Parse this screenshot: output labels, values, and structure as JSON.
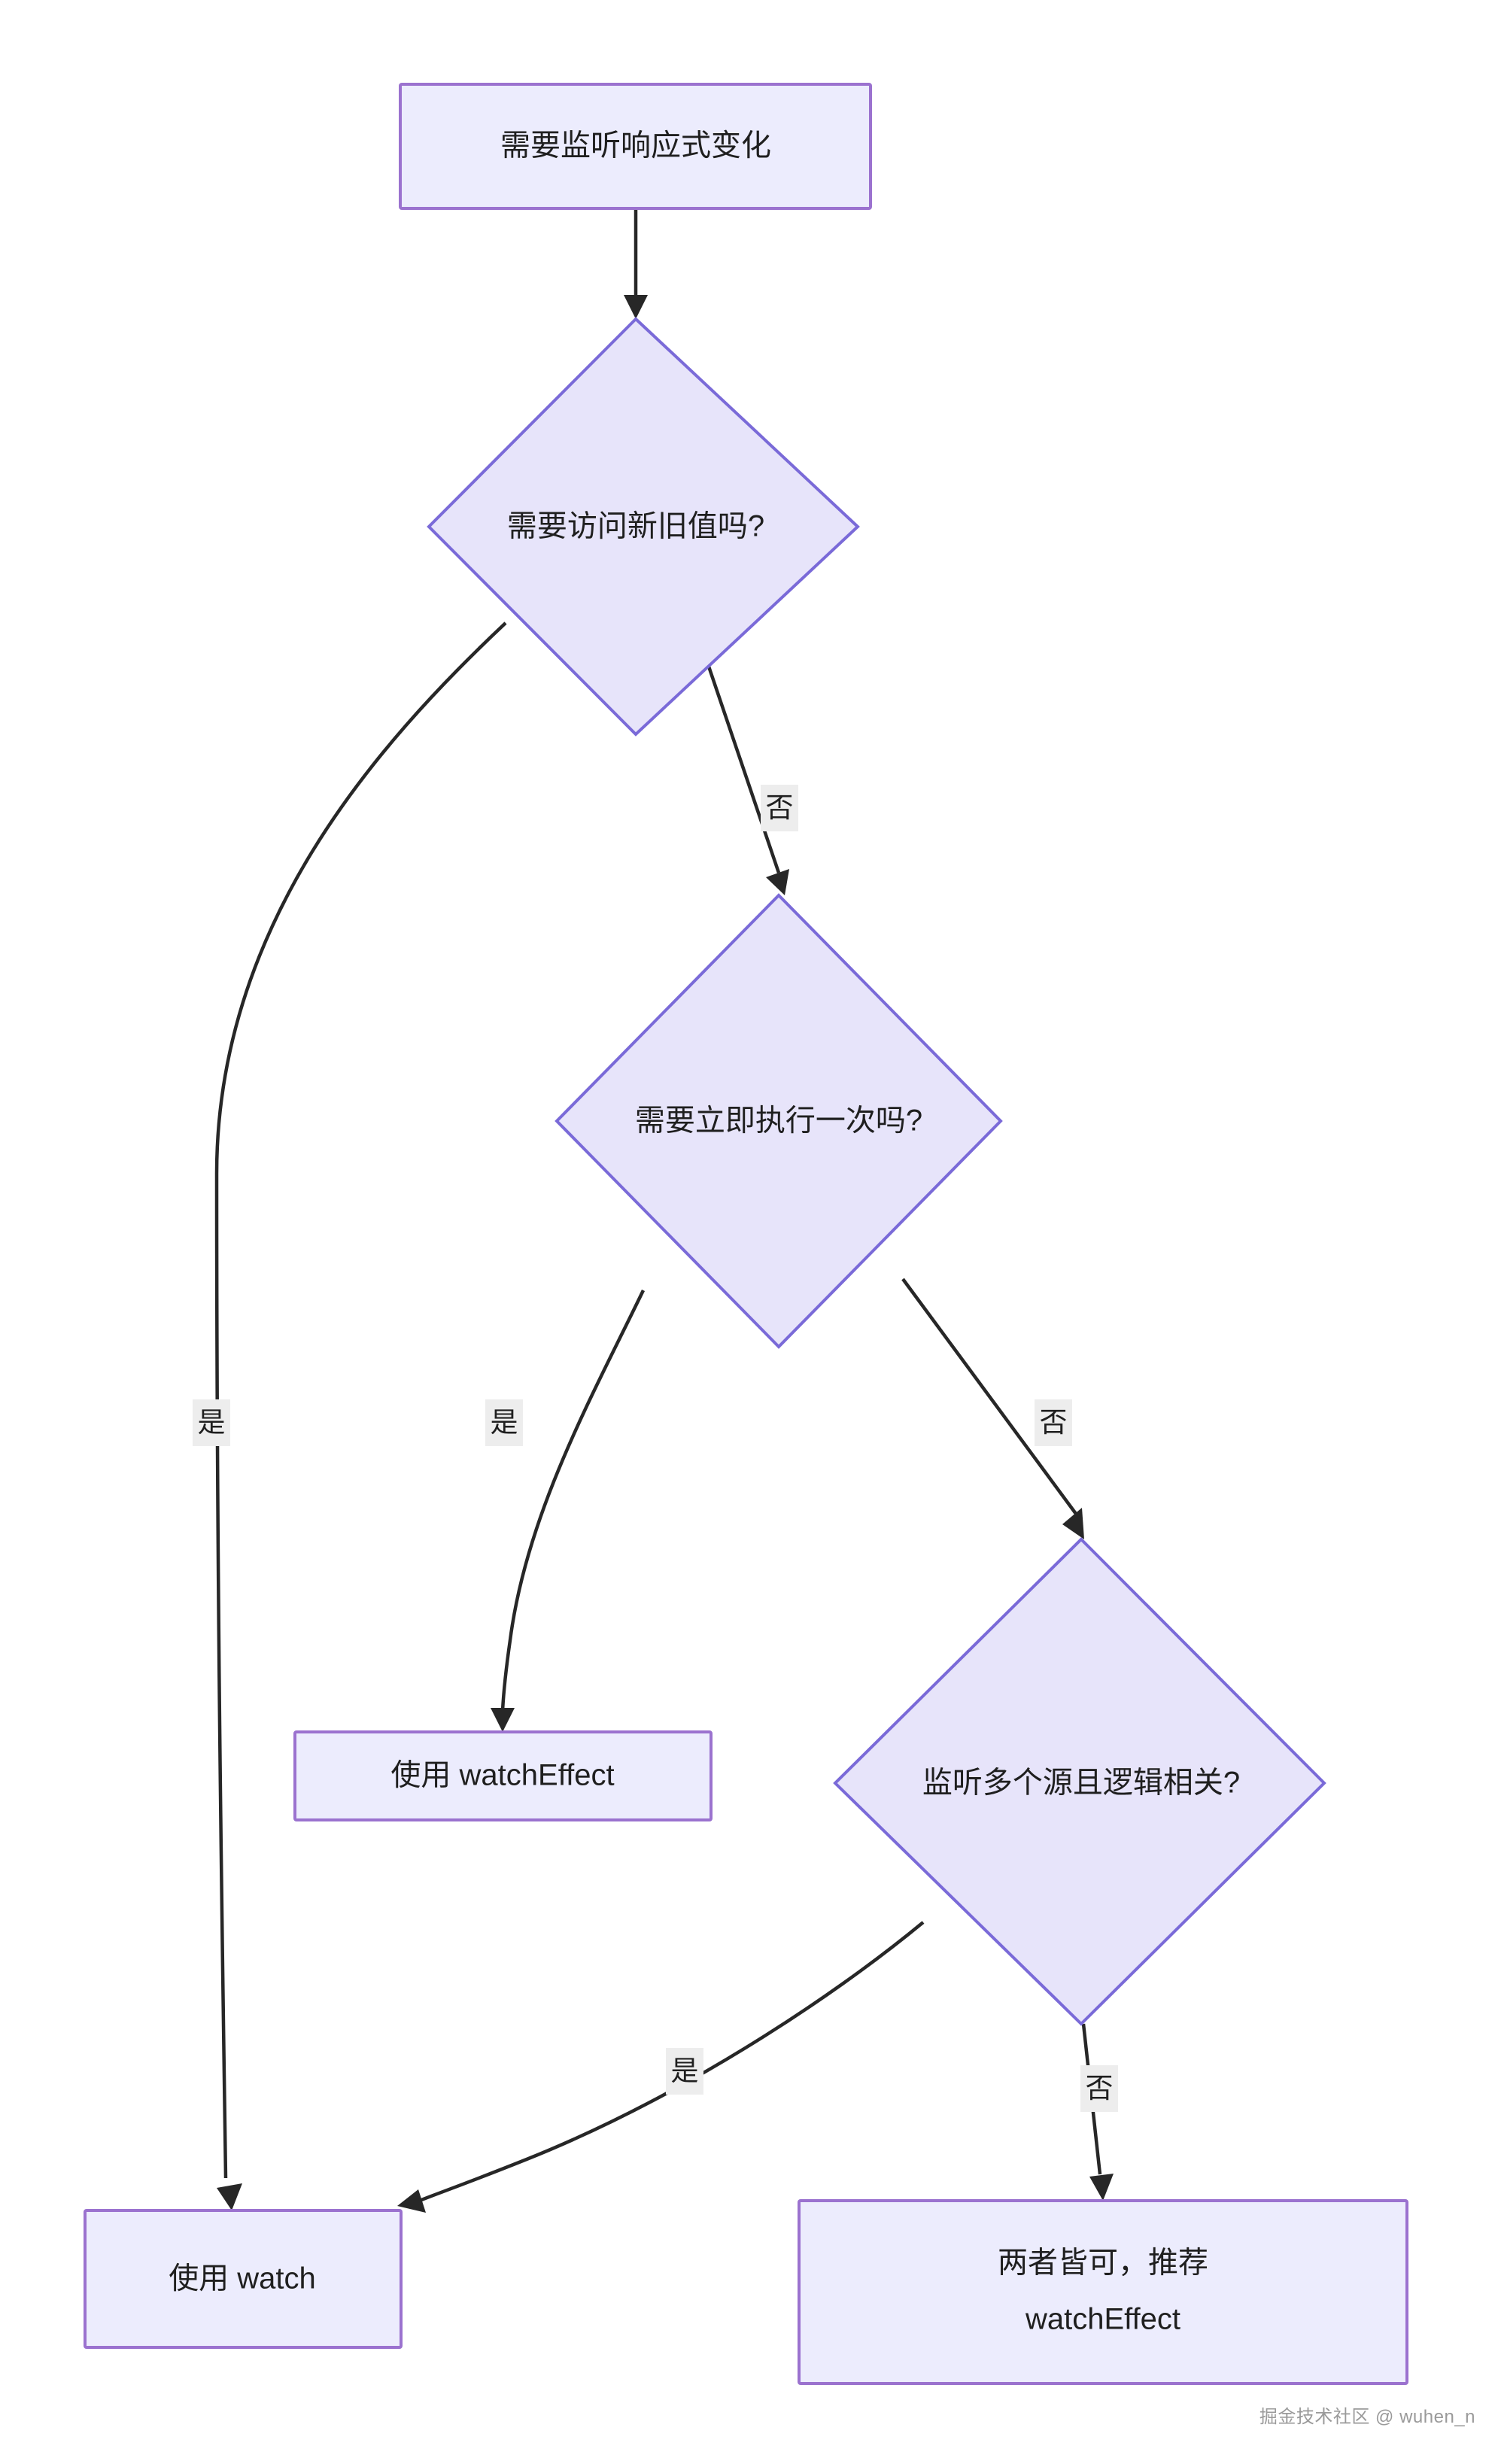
{
  "diagram": {
    "type": "flowchart",
    "title": "Vue watch vs watchEffect decision flowchart",
    "nodes": [
      {
        "id": "start",
        "shape": "rect",
        "text": "需要监听响应式变化"
      },
      {
        "id": "q_oldnew",
        "shape": "diamond",
        "text": "需要访问新旧值吗?"
      },
      {
        "id": "q_immediate",
        "shape": "diamond",
        "text": "需要立即执行一次吗?"
      },
      {
        "id": "q_multi",
        "shape": "diamond",
        "text": "监听多个源且逻辑相关?"
      },
      {
        "id": "use_effect",
        "shape": "rect",
        "text": "使用 watchEffect"
      },
      {
        "id": "use_watch",
        "shape": "rect",
        "text": "使用 watch"
      },
      {
        "id": "either",
        "shape": "rect",
        "text_line1": "两者皆可，推荐",
        "text_line2": "watchEffect"
      }
    ],
    "edges": [
      {
        "from": "start",
        "to": "q_oldnew",
        "label": ""
      },
      {
        "from": "q_oldnew",
        "to": "use_watch",
        "label": "是"
      },
      {
        "from": "q_oldnew",
        "to": "q_immediate",
        "label": "否"
      },
      {
        "from": "q_immediate",
        "to": "use_effect",
        "label": "是"
      },
      {
        "from": "q_immediate",
        "to": "q_multi",
        "label": "否"
      },
      {
        "from": "q_multi",
        "to": "use_watch",
        "label": "是"
      },
      {
        "from": "q_multi",
        "to": "either",
        "label": "否"
      }
    ]
  },
  "colors": {
    "node_fill": "#ececfd",
    "node_stroke": "#9b72cf",
    "diamond_fill": "#e7e4fa",
    "diamond_stroke": "#7a6ad8",
    "edge_stroke": "#272727",
    "label_bg": "#ededed",
    "text": "#1f1f1f",
    "background": "#ffffff"
  },
  "watermark": {
    "text": "掘金技术社区 @ wuhen_n"
  }
}
